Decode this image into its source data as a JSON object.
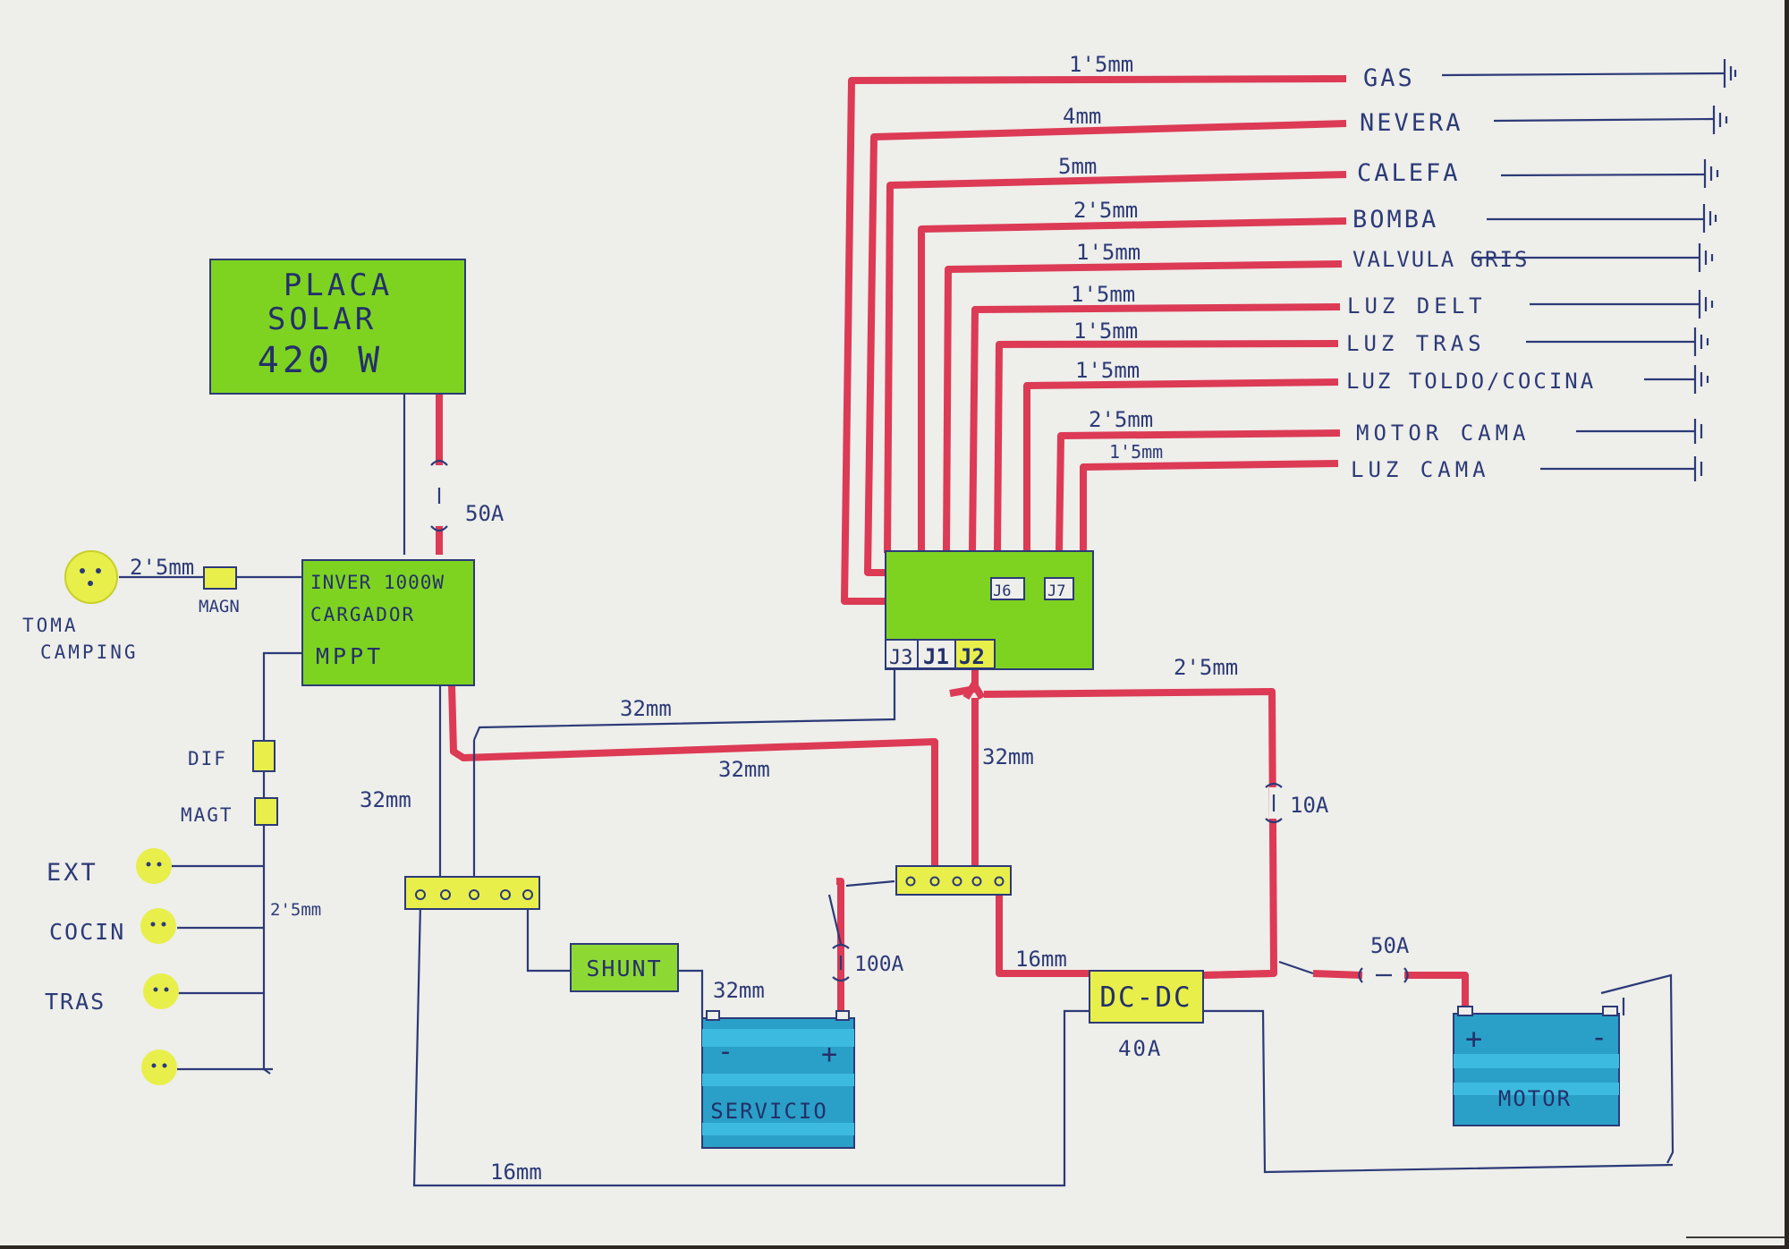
{
  "solar_panel": {
    "lines": [
      "PLACA",
      "SOLAR",
      "420 W"
    ]
  },
  "inverter": {
    "lines": [
      "INVER 1000W",
      "CARGADOR",
      "MPPT"
    ]
  },
  "fuse_solar": "50A",
  "fuse_10a": "10A",
  "fuse_100a": "100A",
  "fuse_50a": "50A",
  "camping": {
    "size": "2'5mm",
    "breaker": "MAGN",
    "label_1": "TOMA",
    "label_2": "CAMPING"
  },
  "protection": {
    "dif": "DIF",
    "magt": "MAGT"
  },
  "outlets": {
    "ext": "EXT",
    "cocin": "COCIN",
    "tras": "TRAS",
    "size": "2'5mm"
  },
  "cables": {
    "inv_to_fusebox": "32mm",
    "inv_to_busbar": "32mm",
    "inv_down": "32mm",
    "fusebox_down": "32mm",
    "fusebox_to_dcdc": "2'5mm",
    "shunt_to_battery": "32mm",
    "busbar_to_dcdc": "16mm",
    "ground": "16mm"
  },
  "shunt": "SHUNT",
  "service_battery": {
    "label": "SERVICIO",
    "minus": "-",
    "plus": "+"
  },
  "motor_battery": {
    "label": "MOTOR",
    "minus": "-",
    "plus": "+"
  },
  "dcdc": {
    "label": "DC-DC",
    "rating": "40A"
  },
  "fuse_box": {
    "j1": "J1",
    "j2": "J2",
    "j3": "J3",
    "j6": "J6",
    "j7": "J7"
  },
  "circuits": [
    {
      "name": "GAS",
      "size": "1'5mm"
    },
    {
      "name": "NEVERA",
      "size": "4mm"
    },
    {
      "name": "CALEFA",
      "size": "5mm"
    },
    {
      "name": "BOMBA",
      "size": "2'5mm"
    },
    {
      "name": "VALVULA GRIS",
      "size": "1'5mm"
    },
    {
      "name": "LUZ DELT",
      "size": "1'5mm"
    },
    {
      "name": "LUZ TRAS",
      "size": "1'5mm"
    },
    {
      "name": "LUZ TOLDO/COCINA",
      "size": "1'5mm"
    },
    {
      "name": "MOTOR CAMA",
      "size": "2'5mm"
    },
    {
      "name": "LUZ CAMA",
      "size": "1'5mm"
    }
  ],
  "colors": {
    "paper": "#eeeeea",
    "wire_red": "#dc3a55",
    "ink_blue": "#2c3a78",
    "green": "#7ed321",
    "yellow": "#e8ef4a",
    "battery_blue": "#2aa0c8"
  }
}
